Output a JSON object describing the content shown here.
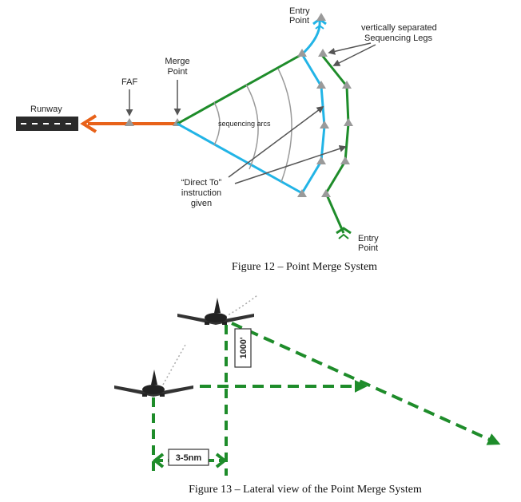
{
  "figure12": {
    "caption": "Figure 12 – Point Merge System",
    "runway_label": "Runway",
    "faf_label": "FAF",
    "merge_point_label": [
      "Merge",
      "Point"
    ],
    "entry_point_top_label": [
      "Entry",
      "Point"
    ],
    "entry_point_bottom_label": [
      "Entry",
      "Point"
    ],
    "sequencing_legs_label": [
      "vertically separated",
      "Sequencing Legs"
    ],
    "sequencing_arcs_label": "sequencing arcs",
    "direct_to_label": [
      "“Direct To”",
      "instruction",
      "given"
    ]
  },
  "figure13": {
    "caption": "Figure 13 – Lateral view of the Point Merge System",
    "separation_vertical": "1000'",
    "separation_lateral": "3-5nm"
  },
  "colors": {
    "orange": "#e8621a",
    "green": "#1e8c2a",
    "cyan": "#22b4e6",
    "grey": "#9a9a9a",
    "dark": "#333333"
  }
}
